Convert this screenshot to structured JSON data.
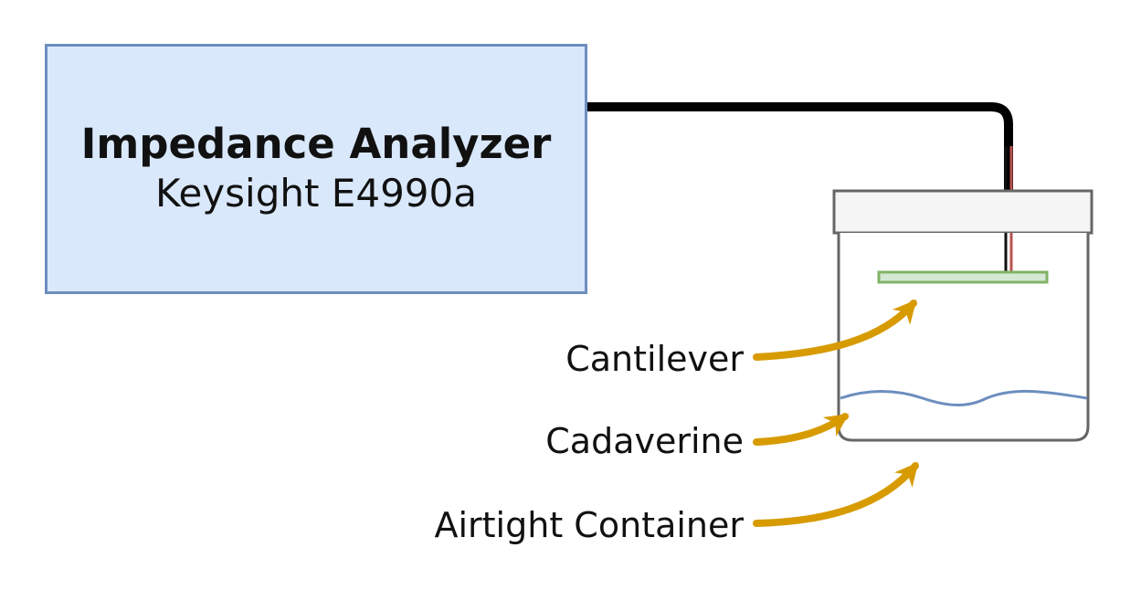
{
  "analyzer": {
    "title": "Impedance Analyzer",
    "subtitle": "Keysight E4990a"
  },
  "labels": {
    "cantilever": "Cantilever",
    "cadaverine": "Cadaverine",
    "container": "Airtight Container"
  },
  "colors": {
    "analyzer_fill": "#dae8fc",
    "analyzer_border": "#6c8ebf",
    "cable": "#000000",
    "cable_inner": "#b85450",
    "lid_fill": "#f5f5f5",
    "container_border": "#666666",
    "cantilever_fill": "#d5e8d4",
    "cantilever_border": "#82b366",
    "liquid_surface": "#6c8ebf",
    "arrow": "#d79b00"
  }
}
